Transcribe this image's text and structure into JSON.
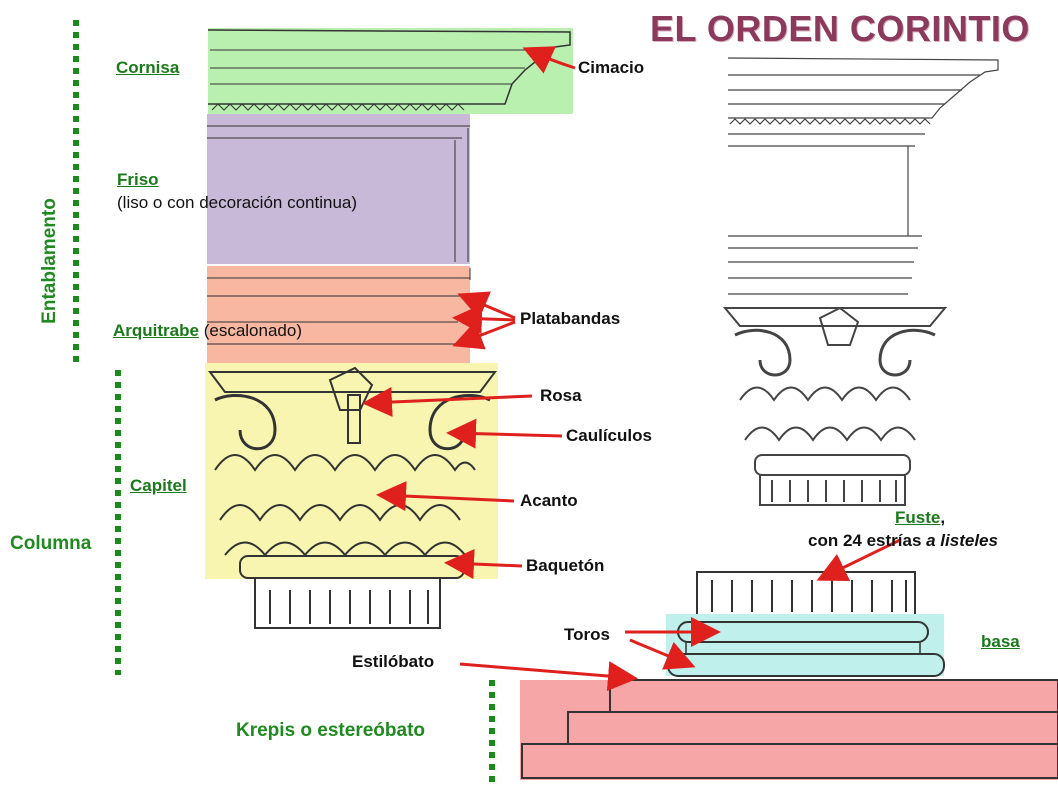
{
  "title": "EL ORDEN CORINTIO",
  "groups": {
    "entablamento": "Entablamento",
    "columna": "Columna",
    "krepis": "Krepis o estereóbato"
  },
  "labels": {
    "cornisa": "Cornisa",
    "cimacio": "Cimacio",
    "friso": "Friso",
    "friso_note": "(liso o con decoración continua)",
    "arquitrabe": "Arquitrabe",
    "arquitrabe_note": "(escalonado)",
    "platabandas": "Platabandas",
    "rosa": "Rosa",
    "caliculos": "Caulículos",
    "capitel": "Capitel",
    "acanto": "Acanto",
    "baqueton": "Baquetón",
    "fuste": "Fuste",
    "fuste_comma": ",",
    "fuste_note_a": "con 24 estrías ",
    "fuste_note_b": "a listeles",
    "toros": "Toros",
    "basa": "basa",
    "estilobato": "Estilóbato"
  },
  "colors": {
    "cornisa": "#b9f0b0",
    "friso": "#c8b9d8",
    "arquitrabe": "#f7b7a0",
    "capitel": "#f7f5b0",
    "basa": "#bff0ec",
    "krepis": "#f6a6a6",
    "arrow": "#e0201c",
    "green": "#1a8a1a",
    "title": "#8b3a5c"
  }
}
